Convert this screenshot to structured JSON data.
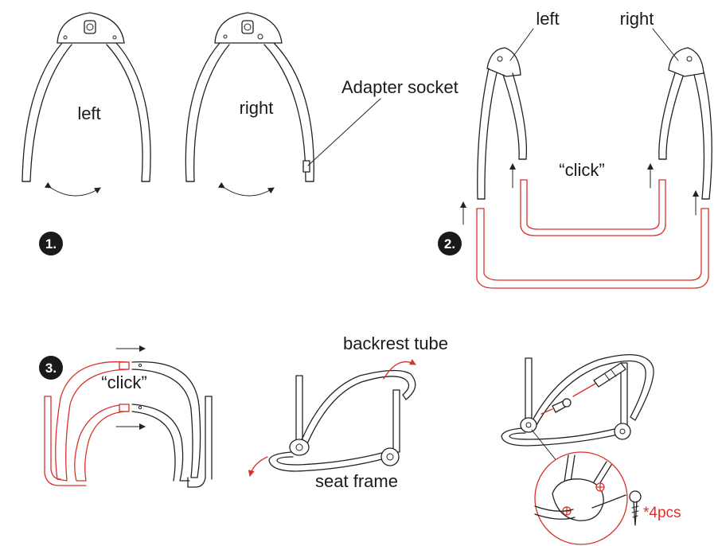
{
  "steps": [
    "1.",
    "2.",
    "3."
  ],
  "step1": {
    "left_label": "left",
    "right_label": "right",
    "socket_label": "Adapter socket"
  },
  "step2": {
    "left_label": "left",
    "right_label": "right",
    "click_label": "“click”"
  },
  "step3": {
    "click_label": "“click”",
    "backrest_label": "backrest tube",
    "seat_label": "seat frame",
    "screws_label": "*4pcs"
  },
  "colors": {
    "line": "#222222",
    "highlight": "#d9302a"
  }
}
